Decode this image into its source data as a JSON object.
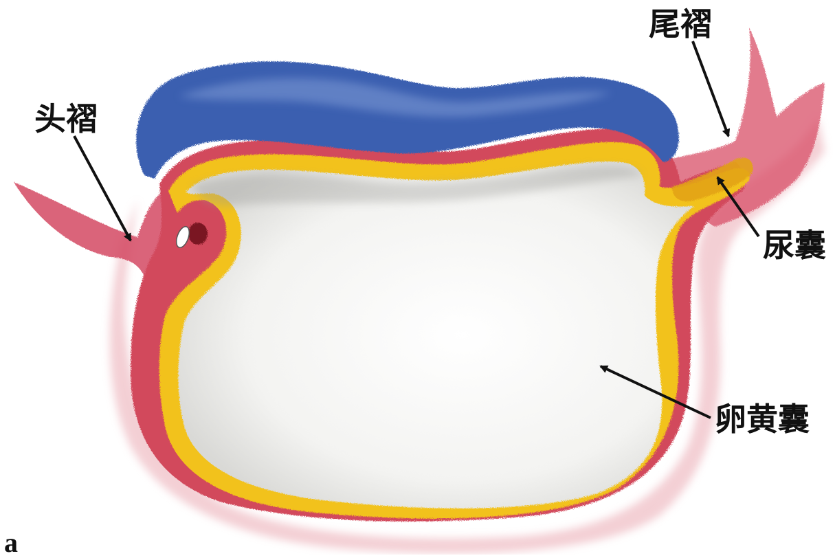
{
  "labels": {
    "head_fold": "头褶",
    "tail_fold": "尾褶",
    "allantois": "尿囊",
    "yolk_sac": "卵黄囊"
  },
  "panel_letter": "a",
  "colors": {
    "amnion_blue": "#3a5fb0",
    "ectoderm_red": "#d2485c",
    "endoderm_yellow": "#f2c21a",
    "yolk_sac_fill": "#f4f4f2",
    "arrow": "#111111"
  }
}
